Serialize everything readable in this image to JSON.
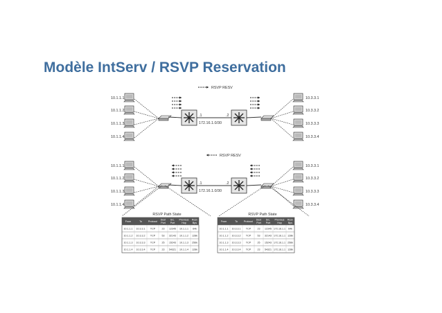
{
  "slide": {
    "title": "Modèle IntServ / RSVP Reservation"
  },
  "colors": {
    "title": "#3f6e9e",
    "line": "#333333",
    "header": "#555555"
  },
  "top_diagram": {
    "legend": "RSVP RESV",
    "hosts_left": [
      "10.1.1.1",
      "10.1.1.2",
      "10.1.1.3",
      "10.1.1.4"
    ],
    "hosts_right": [
      "10.3.3.1",
      "10.3.3.2",
      "10.3.3.3",
      "10.3.3.4"
    ],
    "iface_left": ".1",
    "iface_right": ".2",
    "link": "172.16.1.0/30"
  },
  "bottom_diagram": {
    "legend": "RSVP RESV",
    "hosts_left": [
      "10.1.1.1",
      "10.1.1.2",
      "10.1.1.3",
      "10.1.1.4"
    ],
    "hosts_right": [
      "10.3.3.1",
      "10.3.3.2",
      "10.3.3.3",
      "10.3.3.4"
    ],
    "iface_left": ".1",
    "iface_right": ".2",
    "link": "172.16.1.0/30"
  },
  "tables": [
    {
      "title": "RSVP Path State",
      "headers": [
        "From",
        "To",
        "Protocol",
        "Dest Port",
        "Src. Port",
        "Previous Hop",
        "Resv Bps"
      ],
      "rows": [
        [
          "10.1.1.1",
          "10.3.3.1",
          "TCP",
          "23",
          "12345",
          "10.1.1.1",
          "64k"
        ],
        [
          "10.1.1.2",
          "10.3.3.2",
          "TCP",
          "53",
          "32143",
          "10.1.1.2",
          "128k"
        ],
        [
          "10.1.1.3",
          "10.3.3.3",
          "TCP",
          "25",
          "15243",
          "10.1.1.3",
          "256k"
        ],
        [
          "10.1.1.4",
          "10.3.3.4",
          "TCP",
          "23",
          "54321",
          "10.1.1.4",
          "128k"
        ]
      ]
    },
    {
      "title": "RSVP Path State",
      "headers": [
        "From",
        "To",
        "Protocol",
        "Dest Port",
        "Src. Port",
        "Previous Hop",
        "Resv Bps"
      ],
      "rows": [
        [
          "10.1.1.1",
          "10.3.3.1",
          "TCP",
          "23",
          "12345",
          "172.16.1.1",
          "64k"
        ],
        [
          "10.1.1.2",
          "10.3.3.2",
          "TCP",
          "53",
          "32143",
          "172.16.1.1",
          "128k"
        ],
        [
          "10.1.1.3",
          "10.3.3.3",
          "TCP",
          "25",
          "15243",
          "172.16.1.1",
          "256k"
        ],
        [
          "10.1.1.4",
          "10.3.3.4",
          "TCP",
          "23",
          "54321",
          "172.16.1.1",
          "128k"
        ]
      ]
    }
  ]
}
